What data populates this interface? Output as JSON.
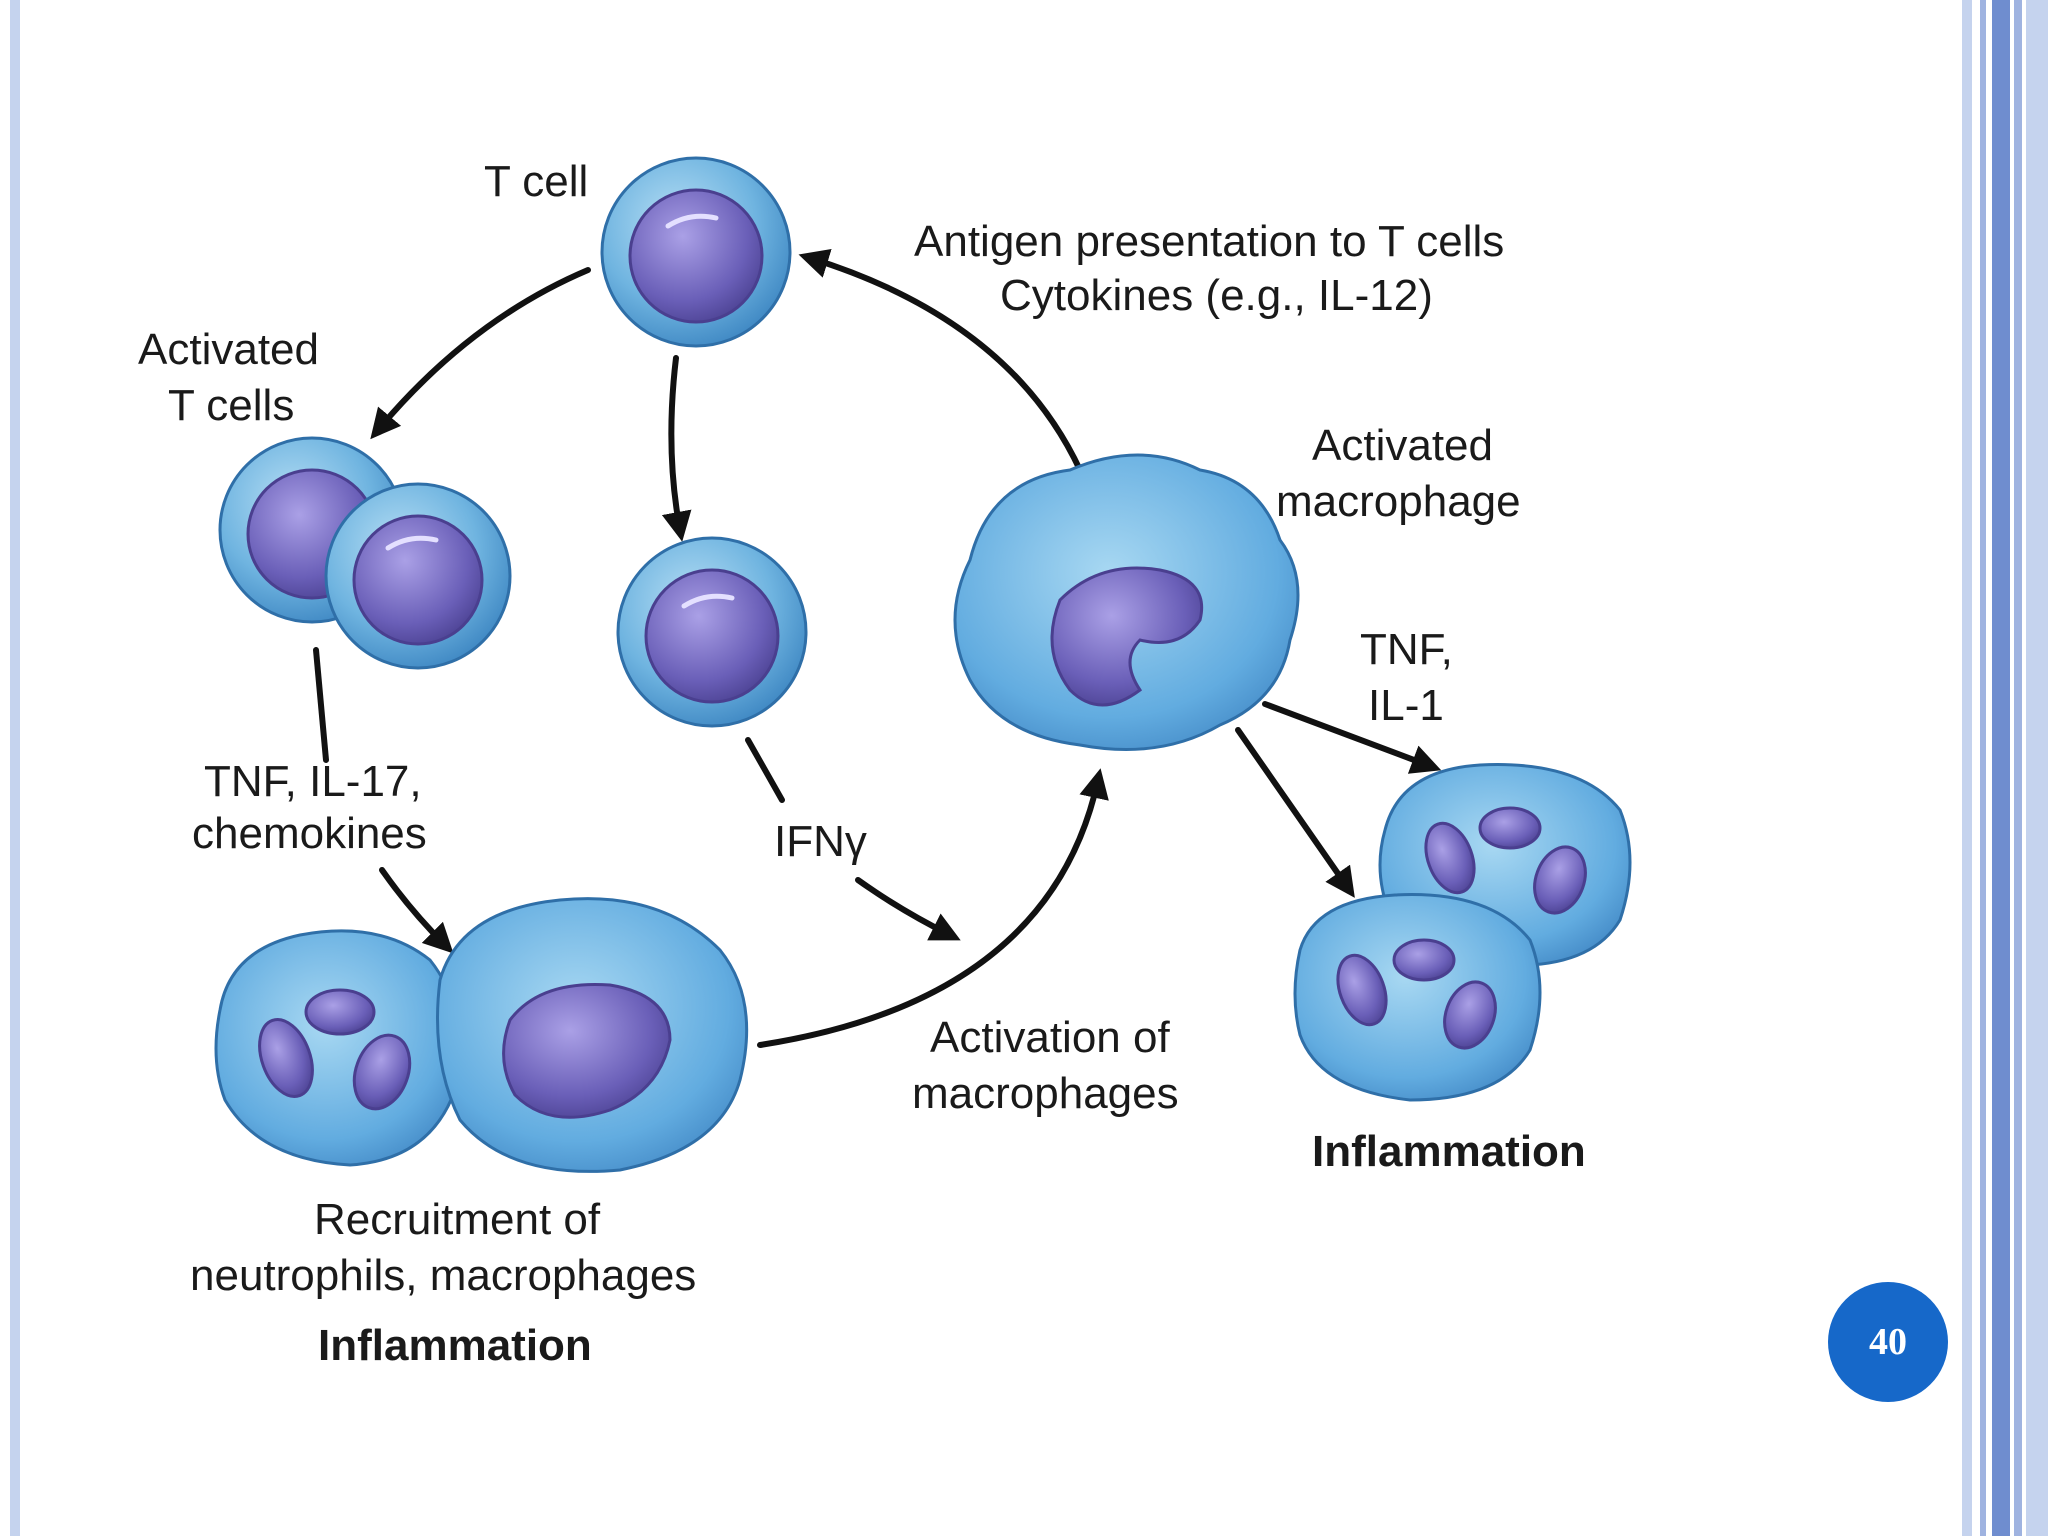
{
  "slide": {
    "page_number": "40",
    "frame_colors": {
      "stripe_light": "#c5d3ee",
      "stripe_mid": "#9fb3e0",
      "stripe_dark": "#6f8dcf",
      "page_badge": "#1668c9"
    }
  },
  "diagram": {
    "labels": {
      "t_cell": "T cell",
      "activated_t_cells_line1": "Activated",
      "activated_t_cells_line2": "T cells",
      "antigen_line1": "Antigen presentation to T cells",
      "antigen_line2": "Cytokines (e.g., IL-12)",
      "activated_macrophage_line1": "Activated",
      "activated_macrophage_line2": "macrophage",
      "tnf_il1_line1": "TNF,",
      "tnf_il1_line2": "IL-1",
      "tnf_il17_line1": "TNF, IL-17,",
      "tnf_il17_line2": "chemokines",
      "ifn_gamma": "IFNγ",
      "activation_line1": "Activation of",
      "activation_line2": "macrophages",
      "inflammation_right": "Inflammation",
      "recruitment_line1": "Recruitment of",
      "recruitment_line2": "neutrophils, macrophages",
      "inflammation_bottom": "Inflammation"
    },
    "colors": {
      "cell_outer": "#5aa6d6",
      "cell_inner": "#8fc6e8",
      "nucleus": "#6d62b8",
      "nucleus_light": "#9a8fd6",
      "arrow": "#111111"
    }
  }
}
